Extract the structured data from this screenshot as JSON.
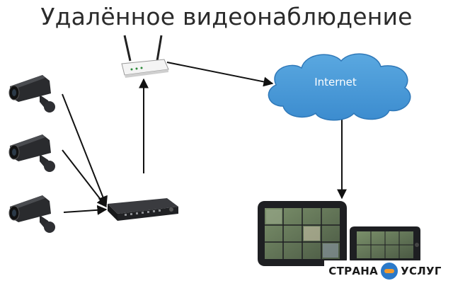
{
  "title": "Удалённое видеонаблюдение",
  "cloud": {
    "label": "Internet"
  },
  "brand": {
    "left": "СТРАНА",
    "right": "УСЛУГ"
  },
  "icons": [
    "camera-icon",
    "router-icon",
    "dvr-icon",
    "tablet-icon",
    "smartphone-icon",
    "cloud-icon"
  ],
  "colors": {
    "cloud": "#4f9ed8",
    "cloud_edge": "#2f78b8",
    "device_dark": "#1e1f22"
  }
}
